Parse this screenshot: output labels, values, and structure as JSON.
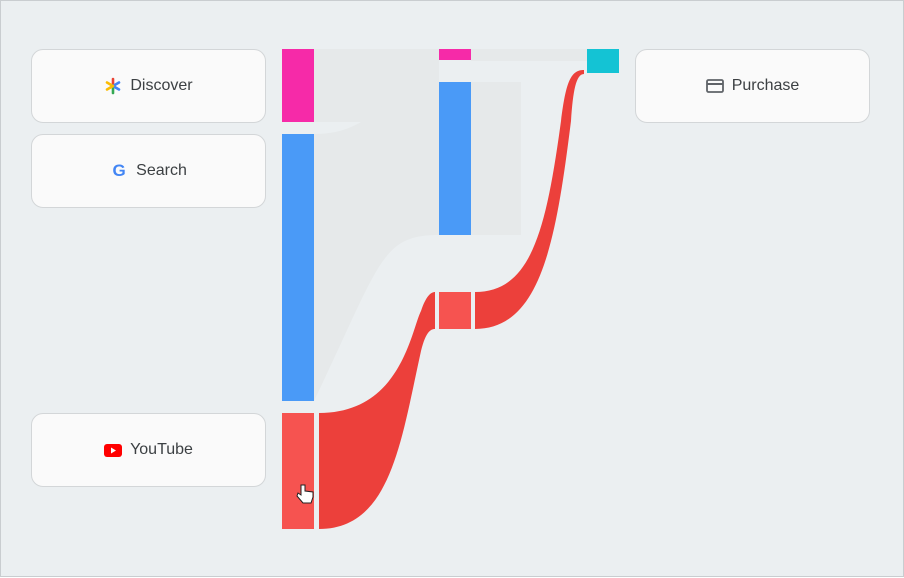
{
  "nodes": {
    "discover": "Discover",
    "search": "Search",
    "youtube": "YouTube",
    "purchase": "Purchase"
  },
  "colors": {
    "discover": "#f62aa8",
    "search": "#4a9af7",
    "youtube": "#f0453f",
    "purchase": "#14c3d4"
  }
}
